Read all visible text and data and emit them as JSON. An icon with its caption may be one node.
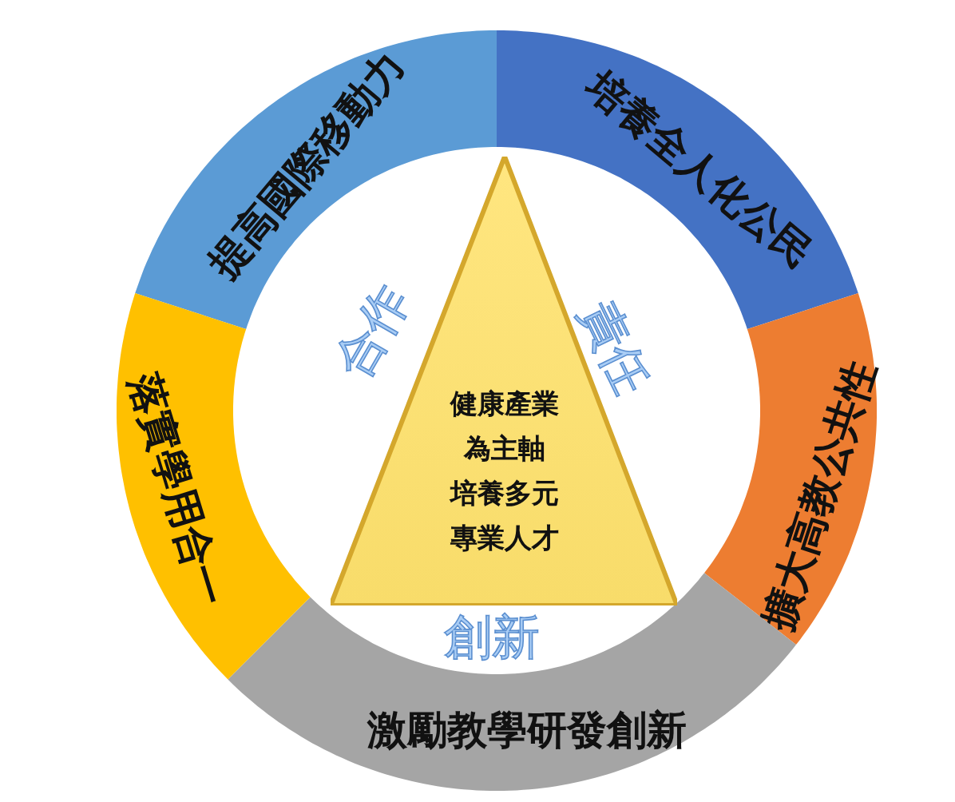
{
  "diagram": {
    "nodes": [
      {
        "text": [
          "提高國際移動力"
        ]
      },
      {
        "text": [
          "培養全人化公民"
        ]
      },
      {
        "text": [
          "擴大高教公共性"
        ]
      },
      {
        "text": [
          "激勵教學研發創新"
        ]
      },
      {
        "text": [
          "落實學用合一"
        ]
      },
      {
        "text": [
          "健康產業",
          "為主軸",
          "培養多元",
          "專業人才"
        ]
      }
    ],
    "labels": [
      "合作",
      "責任",
      "創新"
    ]
  }
}
